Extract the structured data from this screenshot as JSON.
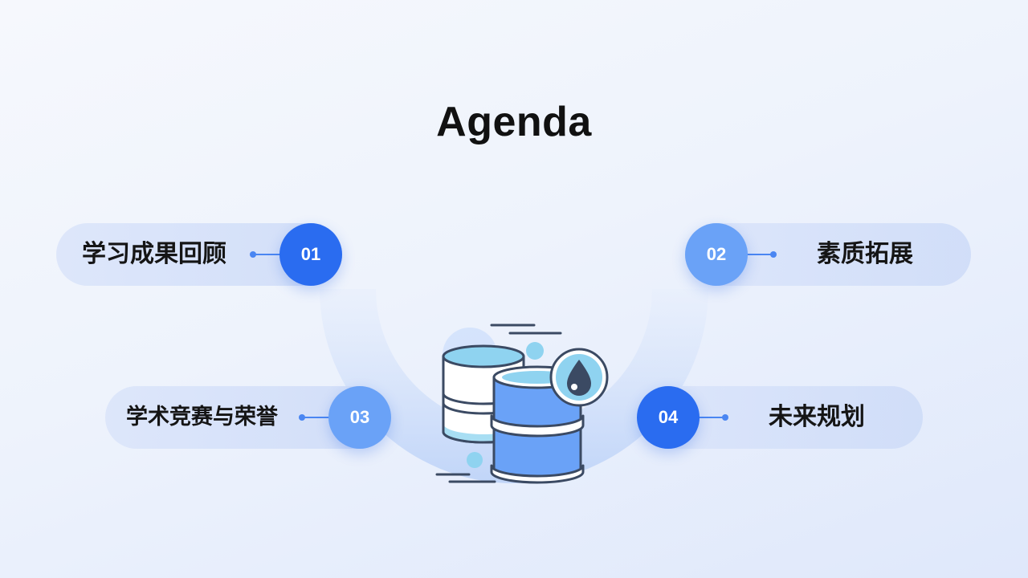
{
  "title": "Agenda",
  "items": [
    {
      "number": "01",
      "label": "学习成果回顾"
    },
    {
      "number": "02",
      "label": "素质拓展"
    },
    {
      "number": "03",
      "label": "学术竞赛与荣誉"
    },
    {
      "number": "04",
      "label": "未来规划"
    }
  ],
  "colors": {
    "accent_dark": "#2a6cf0",
    "accent_light": "#6aa2f7",
    "pill_bg": "#dae4fa",
    "title": "#111111"
  },
  "icons": {
    "illustration": "database-barrels-icon",
    "drop": "oil-drop-icon"
  }
}
